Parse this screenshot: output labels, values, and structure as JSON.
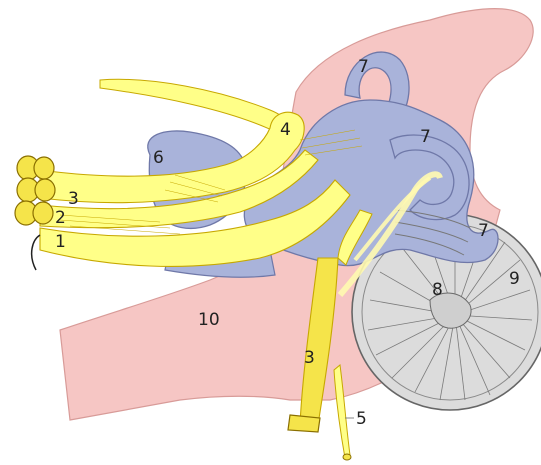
{
  "diagram": {
    "colors": {
      "nerve_fill": "#ffff88",
      "nerve_dark": "#f5e44a",
      "nerve_stroke": "#c7a800",
      "labyrinth_fill": "#a9b3da",
      "labyrinth_stroke": "#6f78a8",
      "tissue_fill": "#f6c6c4",
      "tissue_stroke": "#d89b98",
      "cochlea_fill": "#d9d9d9",
      "cochlea_stroke": "#6a6a6a"
    },
    "labels": [
      {
        "id": "1",
        "text": "1"
      },
      {
        "id": "2",
        "text": "2"
      },
      {
        "id": "3a",
        "text": "3"
      },
      {
        "id": "3b",
        "text": "3"
      },
      {
        "id": "4",
        "text": "4"
      },
      {
        "id": "5",
        "text": "5"
      },
      {
        "id": "6",
        "text": "6"
      },
      {
        "id": "7a",
        "text": "7"
      },
      {
        "id": "7b",
        "text": "7"
      },
      {
        "id": "7c",
        "text": "7"
      },
      {
        "id": "8",
        "text": "8"
      },
      {
        "id": "9",
        "text": "9"
      },
      {
        "id": "10",
        "text": "10"
      }
    ]
  }
}
